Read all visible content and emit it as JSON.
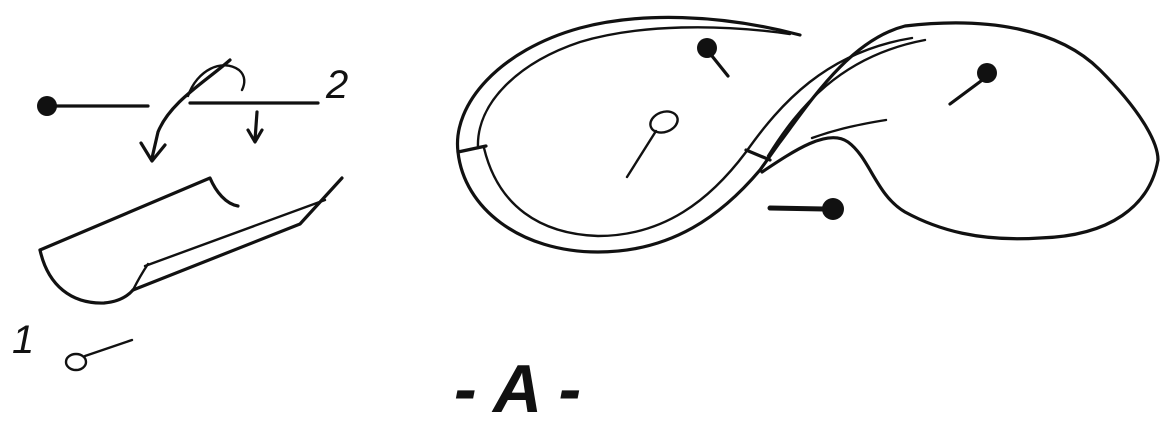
{
  "labels": {
    "part_1": "1",
    "part_2": "2",
    "figure": "- A -"
  },
  "colors": {
    "ink": "#111111",
    "background": "#ffffff"
  }
}
